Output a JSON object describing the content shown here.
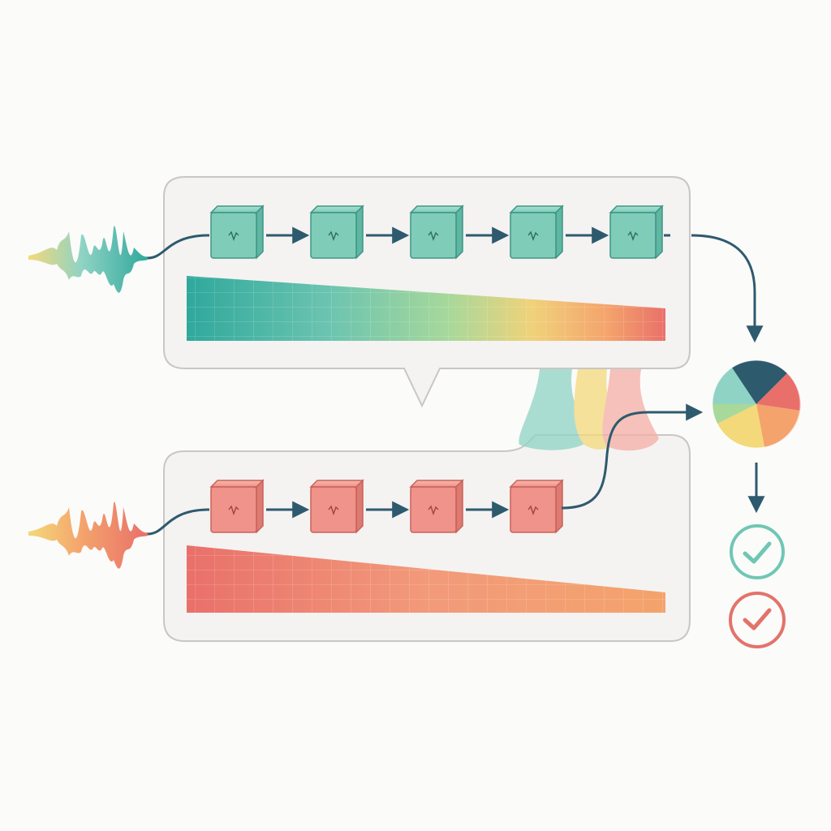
{
  "colors": {
    "background": "#fbfbfa",
    "panel_fill": "#f4f3f1",
    "panel_stroke": "#c9c7c3",
    "arrow": "#2e5a6e",
    "teal_dark": "#2fa89c",
    "teal_light": "#8fd3c4",
    "yellow": "#f3d97a",
    "orange": "#f4a36c",
    "coral": "#e9706a",
    "coral_light": "#f4aea5",
    "navy": "#2e5a6e",
    "check_teal": "#6fc7b4",
    "check_coral": "#e3736a"
  },
  "streams": [
    {
      "id": "teal",
      "block_count": 5,
      "block_icon": "waveform-icon",
      "gradient": [
        "#2fa89c",
        "#8fd3c4",
        "#f3d97a",
        "#f4a36c",
        "#e9706a"
      ]
    },
    {
      "id": "coral",
      "block_count": 4,
      "block_icon": "waveform-icon",
      "gradient": [
        "#e9706a",
        "#f4a36c",
        "#f8c6a6"
      ]
    }
  ],
  "fusion": {
    "icon": "pie-fusion-icon"
  },
  "outputs": [
    {
      "icon": "check-circle-icon",
      "color": "#6fc7b4"
    },
    {
      "icon": "check-circle-icon",
      "color": "#e3736a"
    }
  ]
}
